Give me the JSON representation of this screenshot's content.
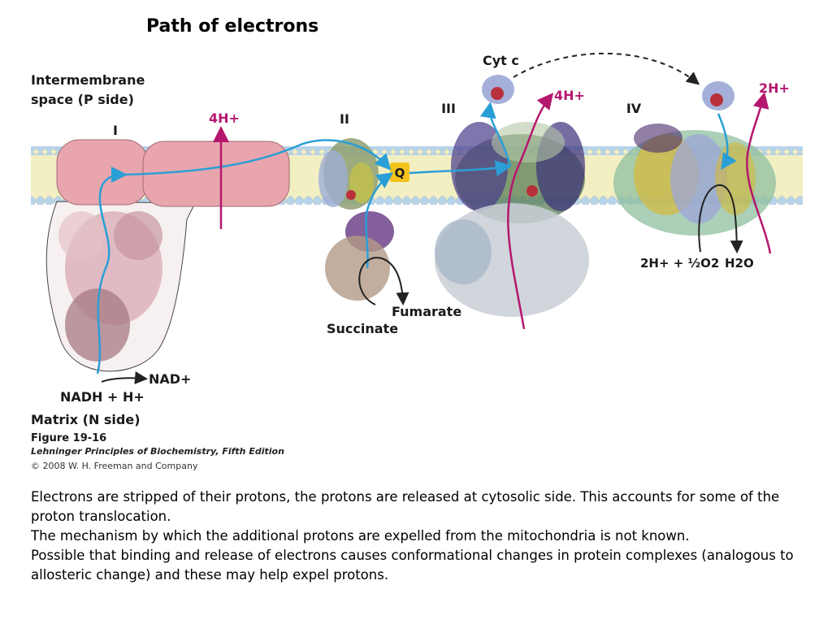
{
  "title": "Path of electrons",
  "labels": {
    "intermembrane_line1": "Intermembrane",
    "intermembrane_line2": "space (P side)",
    "matrix": "Matrix (N side)",
    "complex_I": "I",
    "complex_II": "II",
    "complex_III": "III",
    "complex_IV": "IV",
    "cyt_c": "Cyt c",
    "q": "Q",
    "four_h_1": "4H+",
    "four_h_2": "4H+",
    "two_h": "2H+",
    "nadh": "NADH + H+",
    "nad": "NAD+",
    "succinate": "Succinate",
    "fumarate": "Fumarate",
    "reaction_left": "2H+ + ½O2",
    "h2o": "H2O"
  },
  "figure_caption": {
    "number": "Figure 19-16",
    "book": "Lehninger Principles of Biochemistry, Fifth Edition",
    "copyright": "© 2008 W. H. Freeman and Company"
  },
  "caption_lines": [
    "Electrons are stripped of their protons, the protons are released at cytosolic side. This accounts for some of the proton translocation.",
    "The mechanism by which the additional protons are expelled from the mitochondria is not known.",
    "Possible that binding and release of electrons causes conformational changes in protein complexes (analogous to allosteric change) and these may help expel protons."
  ],
  "colors": {
    "membrane": "#f2efc2",
    "lipid_heads": "#b8d3ea",
    "complex_I": "#e8a5ad",
    "electron_arrow": "#2a9fd6",
    "proton_arrow": "#b5176e",
    "q_box": "#f3c21a"
  }
}
